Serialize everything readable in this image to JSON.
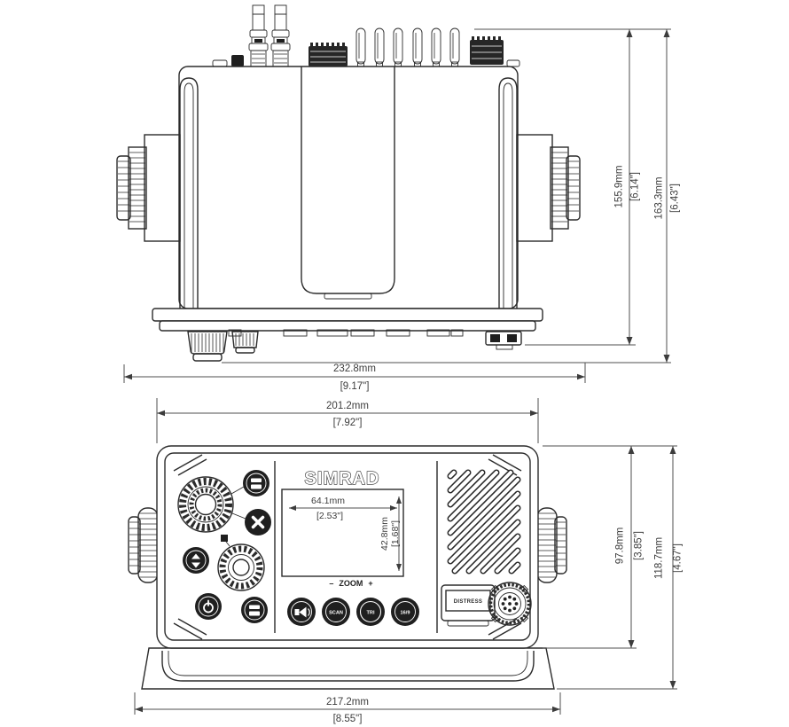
{
  "drawing": {
    "brand_logo": "SIMRAD",
    "top_view": {
      "dim_depth_body_mm": "155.9mm",
      "dim_depth_body_in": "[6.14\"]",
      "dim_depth_total_mm": "163.3mm",
      "dim_depth_total_in": "[6.43\"]",
      "dim_width_total_mm": "232.8mm",
      "dim_width_total_in": "[9.17\"]",
      "dim_width_panel_mm": "201.2mm",
      "dim_width_panel_in": "[7.92\"]"
    },
    "front_view": {
      "screen_dim_width_mm": "64.1mm",
      "screen_dim_width_in": "[2.53\"]",
      "screen_dim_height_mm": "42.8mm",
      "screen_dim_height_in": "[1.68\"]",
      "zoom_minus": "–",
      "zoom_label": "ZOOM",
      "zoom_plus": "+",
      "btn_scan": "SCAN",
      "btn_tri": "TRI",
      "btn_169": "16/9",
      "btn_distress": "DISTRESS",
      "dim_height_panel_mm": "97.8mm",
      "dim_height_panel_in": "[3.85\"]",
      "dim_height_total_mm": "118.7mm",
      "dim_height_total_in": "[4.67\"]",
      "dim_width_bracket_mm": "217.2mm",
      "dim_width_bracket_in": "[8.55\"]"
    },
    "colors": {
      "line": "#2b2b2b",
      "dim": "#4f4f4f",
      "dark_fill": "#1f1f1f",
      "bg": "#ffffff"
    }
  }
}
